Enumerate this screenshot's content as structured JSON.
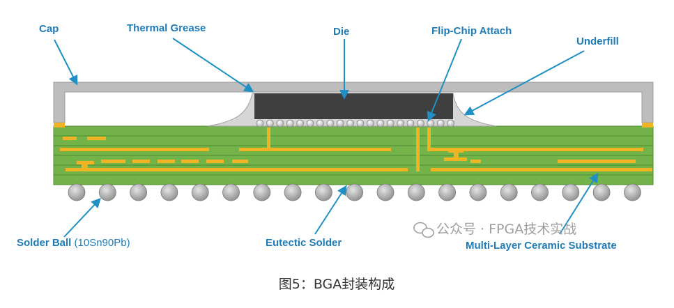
{
  "labels": {
    "cap": "Cap",
    "thermal_grease": "Thermal Grease",
    "die": "Die",
    "flip_chip_attach": "Flip-Chip Attach",
    "underfill": "Underfill",
    "solder_ball": "Solder Ball",
    "solder_ball_spec": "(10Sn90Pb)",
    "eutectic_solder": "Eutectic Solder",
    "substrate": "Multi-Layer Ceramic Substrate"
  },
  "watermark": "公众号 · FPGA技术实战",
  "caption": "图5：BGA封装构成",
  "colors": {
    "label": "#1f7bb6",
    "arrow": "#1f8fc4",
    "cap": "#bdbdbd",
    "cap_edge": "#9a9a9a",
    "die": "#3f3f3f",
    "substrate": "#74b34a",
    "substrate_line": "#4e8a2e",
    "trace": "#f0b323",
    "bump": "#c8c8c8",
    "ball": "#a9a9a9",
    "watermark": "#9e9e9e",
    "caption": "#333333"
  }
}
